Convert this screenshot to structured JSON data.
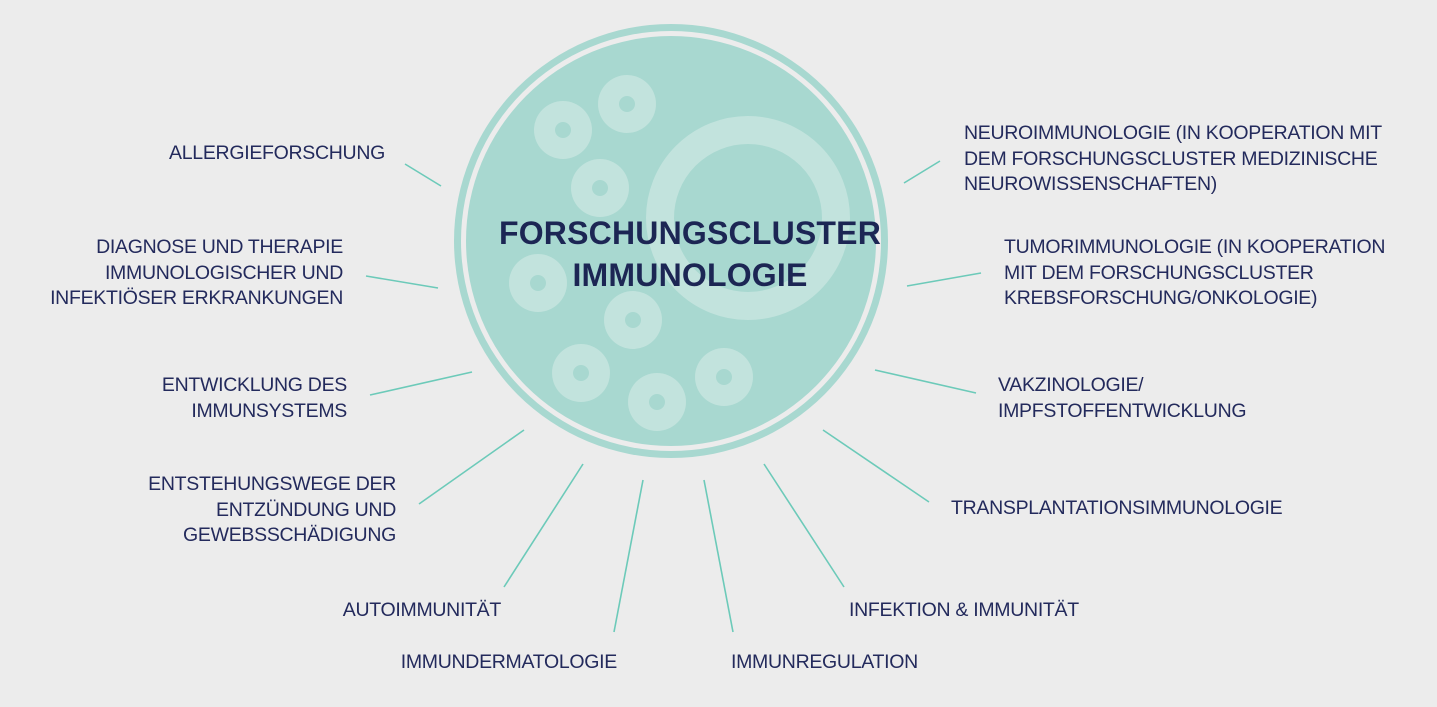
{
  "center": {
    "title": "FORSCHUNGSCLUSTER\nIMMUNOLOGIE"
  },
  "topics": {
    "allergy": "ALLERGIEFORSCHUNG",
    "diagnosis": "DIAGNOSE UND THERAPIE\nIMMUNOLOGISCHER UND\nINFEKTIÖSER ERKRANKUNGEN",
    "development": "ENTWICKLUNG DES\nIMMUNSYSTEMS",
    "inflammation": "ENTSTEHUNGSWEGE DER\nENTZÜNDUNG UND\nGEWEBSSCHÄDIGUNG",
    "autoimmunity": "AUTOIMMUNITÄT",
    "immunodermatology": "IMMUNDERMATOLOGIE",
    "immunoregulation": "IMMUNREGULATION",
    "infection": "INFEKTION & IMMUNITÄT",
    "transplantation": "TRANSPLANTATIONSIMMUNOLOGIE",
    "vaccinology": "VAKZINOLOGIE/\nIMPFSTOFFENTWICKLUNG",
    "tumor": "TUMORIMMUNOLOGIE (IN KOOPERATION\nMIT DEM FORSCHUNGSCLUSTER\nKREBSFORSCHUNG/ONKOLOGIE)",
    "neuro": "NEUROIMMUNOLOGIE (IN KOOPERATION MIT\nDEM FORSCHUNGSCLUSTER MEDIZINISCHE\nNEUROWISSENSCHAFTEN)"
  },
  "colors": {
    "background": "#ececec",
    "cell_fill": "#a8d8d0",
    "connector": "#6ccab9",
    "text": "#232a5c"
  }
}
